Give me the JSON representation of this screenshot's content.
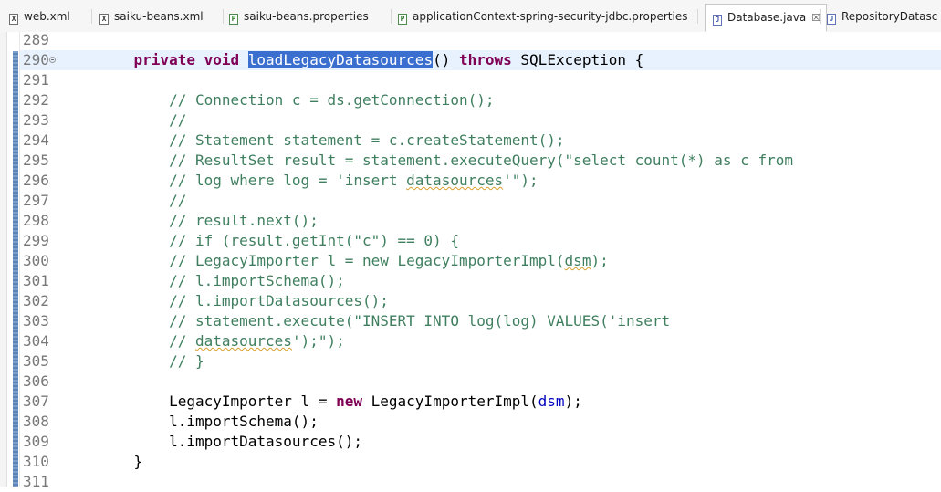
{
  "tabs": [
    {
      "label": "web.xml",
      "type": "xml",
      "icon": "xml-file-icon"
    },
    {
      "label": "saiku-beans.xml",
      "type": "xml",
      "icon": "xml-file-icon"
    },
    {
      "label": "saiku-beans.properties",
      "type": "props",
      "icon": "properties-file-icon"
    },
    {
      "label": "applicationContext-spring-security-jdbc.properties",
      "type": "props",
      "icon": "properties-file-icon"
    },
    {
      "label": "Database.java",
      "type": "java",
      "icon": "java-file-icon",
      "active": true,
      "close": "☒"
    },
    {
      "label": "RepositoryDatasc",
      "type": "java",
      "icon": "java-file-icon"
    }
  ],
  "editor": {
    "lines": [
      {
        "n": "289",
        "segs": []
      },
      {
        "n": "290",
        "fold": true,
        "segs": [
          {
            "t": "    "
          },
          {
            "t": "private",
            "c": "kw"
          },
          {
            "t": " "
          },
          {
            "t": "void",
            "c": "kw"
          },
          {
            "t": " "
          },
          {
            "t": "loadLegacyDatasources",
            "c": "sel"
          },
          {
            "t": "() "
          },
          {
            "t": "throws",
            "c": "kw"
          },
          {
            "t": " SQLException {"
          }
        ]
      },
      {
        "n": "291",
        "segs": []
      },
      {
        "n": "292",
        "segs": [
          {
            "t": "        "
          },
          {
            "t": "// Connection c = ds.getConnection();",
            "c": "cm"
          }
        ]
      },
      {
        "n": "293",
        "segs": [
          {
            "t": "        "
          },
          {
            "t": "//",
            "c": "cm"
          }
        ]
      },
      {
        "n": "294",
        "segs": [
          {
            "t": "        "
          },
          {
            "t": "// Statement statement = c.createStatement();",
            "c": "cm"
          }
        ]
      },
      {
        "n": "295",
        "segs": [
          {
            "t": "        "
          },
          {
            "t": "// ResultSet result = statement.executeQuery(\"select count(*) as c from",
            "c": "cm"
          }
        ]
      },
      {
        "n": "296",
        "segs": [
          {
            "t": "        "
          },
          {
            "t": "// log where log = 'insert ",
            "c": "cm"
          },
          {
            "t": "datasources",
            "c": "cm squig"
          },
          {
            "t": "'\");",
            "c": "cm"
          }
        ]
      },
      {
        "n": "297",
        "segs": [
          {
            "t": "        "
          },
          {
            "t": "//",
            "c": "cm"
          }
        ]
      },
      {
        "n": "298",
        "segs": [
          {
            "t": "        "
          },
          {
            "t": "// result.next();",
            "c": "cm"
          }
        ]
      },
      {
        "n": "299",
        "segs": [
          {
            "t": "        "
          },
          {
            "t": "// if (result.getInt(\"c\") == 0) {",
            "c": "cm"
          }
        ]
      },
      {
        "n": "300",
        "segs": [
          {
            "t": "        "
          },
          {
            "t": "// LegacyImporter l = new LegacyImporterImpl(",
            "c": "cm"
          },
          {
            "t": "dsm",
            "c": "cm squig"
          },
          {
            "t": ");",
            "c": "cm"
          }
        ]
      },
      {
        "n": "301",
        "segs": [
          {
            "t": "        "
          },
          {
            "t": "// l.importSchema();",
            "c": "cm"
          }
        ]
      },
      {
        "n": "302",
        "segs": [
          {
            "t": "        "
          },
          {
            "t": "// l.importDatasources();",
            "c": "cm"
          }
        ]
      },
      {
        "n": "303",
        "segs": [
          {
            "t": "        "
          },
          {
            "t": "// statement.execute(\"INSERT INTO log(log) VALUES('insert",
            "c": "cm"
          }
        ]
      },
      {
        "n": "304",
        "segs": [
          {
            "t": "        "
          },
          {
            "t": "// ",
            "c": "cm"
          },
          {
            "t": "datasources",
            "c": "cm squig"
          },
          {
            "t": "');\");",
            "c": "cm"
          }
        ]
      },
      {
        "n": "305",
        "segs": [
          {
            "t": "        "
          },
          {
            "t": "// }",
            "c": "cm"
          }
        ]
      },
      {
        "n": "306",
        "segs": []
      },
      {
        "n": "307",
        "segs": [
          {
            "t": "        LegacyImporter l = "
          },
          {
            "t": "new",
            "c": "kw"
          },
          {
            "t": " LegacyImporterImpl("
          },
          {
            "t": "dsm",
            "c": "fld"
          },
          {
            "t": ");"
          }
        ]
      },
      {
        "n": "308",
        "segs": [
          {
            "t": "        l.importSchema();"
          }
        ]
      },
      {
        "n": "309",
        "segs": [
          {
            "t": "        l.importDatasources();"
          }
        ]
      },
      {
        "n": "310",
        "segs": [
          {
            "t": "    }"
          }
        ]
      },
      {
        "n": "311",
        "segs": []
      }
    ]
  }
}
